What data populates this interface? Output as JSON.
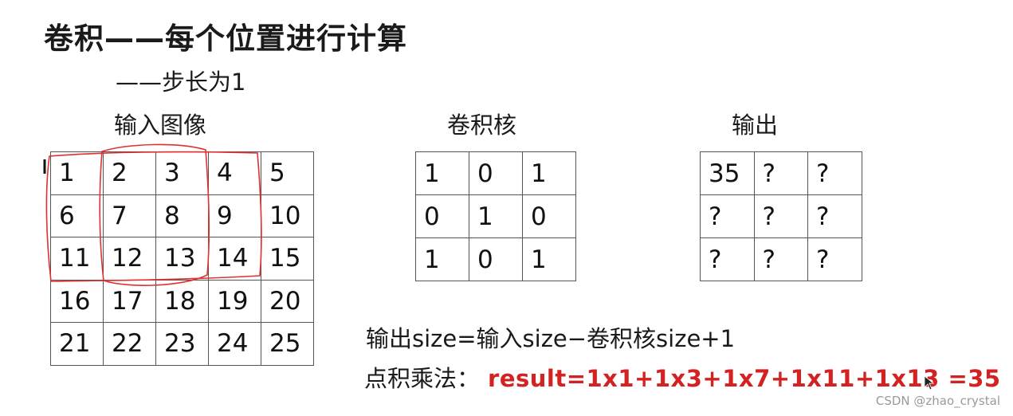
{
  "title": "卷积——每个位置进行计算",
  "subtitle": "——步长为1",
  "labels": {
    "input": "输入图像",
    "kernel": "卷积核",
    "output": "输出"
  },
  "input_grid": [
    [
      "1",
      "2",
      "3",
      "4",
      "5"
    ],
    [
      "6",
      "7",
      "8",
      "9",
      "10"
    ],
    [
      "11",
      "12",
      "13",
      "14",
      "15"
    ],
    [
      "16",
      "17",
      "18",
      "19",
      "20"
    ],
    [
      "21",
      "22",
      "23",
      "24",
      "25"
    ]
  ],
  "kernel_grid": [
    [
      "1",
      "0",
      "1"
    ],
    [
      "0",
      "1",
      "0"
    ],
    [
      "1",
      "0",
      "1"
    ]
  ],
  "output_grid": [
    [
      "35",
      "?",
      "?"
    ],
    [
      "?",
      "?",
      "?"
    ],
    [
      "?",
      "?",
      "?"
    ]
  ],
  "formula": "输出size=输入size−卷积核size+1",
  "dot_product": {
    "label": "点积乘法：",
    "result": "result=1x1+1x3+1x7+1x11+1x13 =35"
  },
  "watermark": "CSDN @zhao_crystal",
  "colors": {
    "highlight": "#d42121",
    "grid": "#555555",
    "annotation": "#e03030"
  }
}
